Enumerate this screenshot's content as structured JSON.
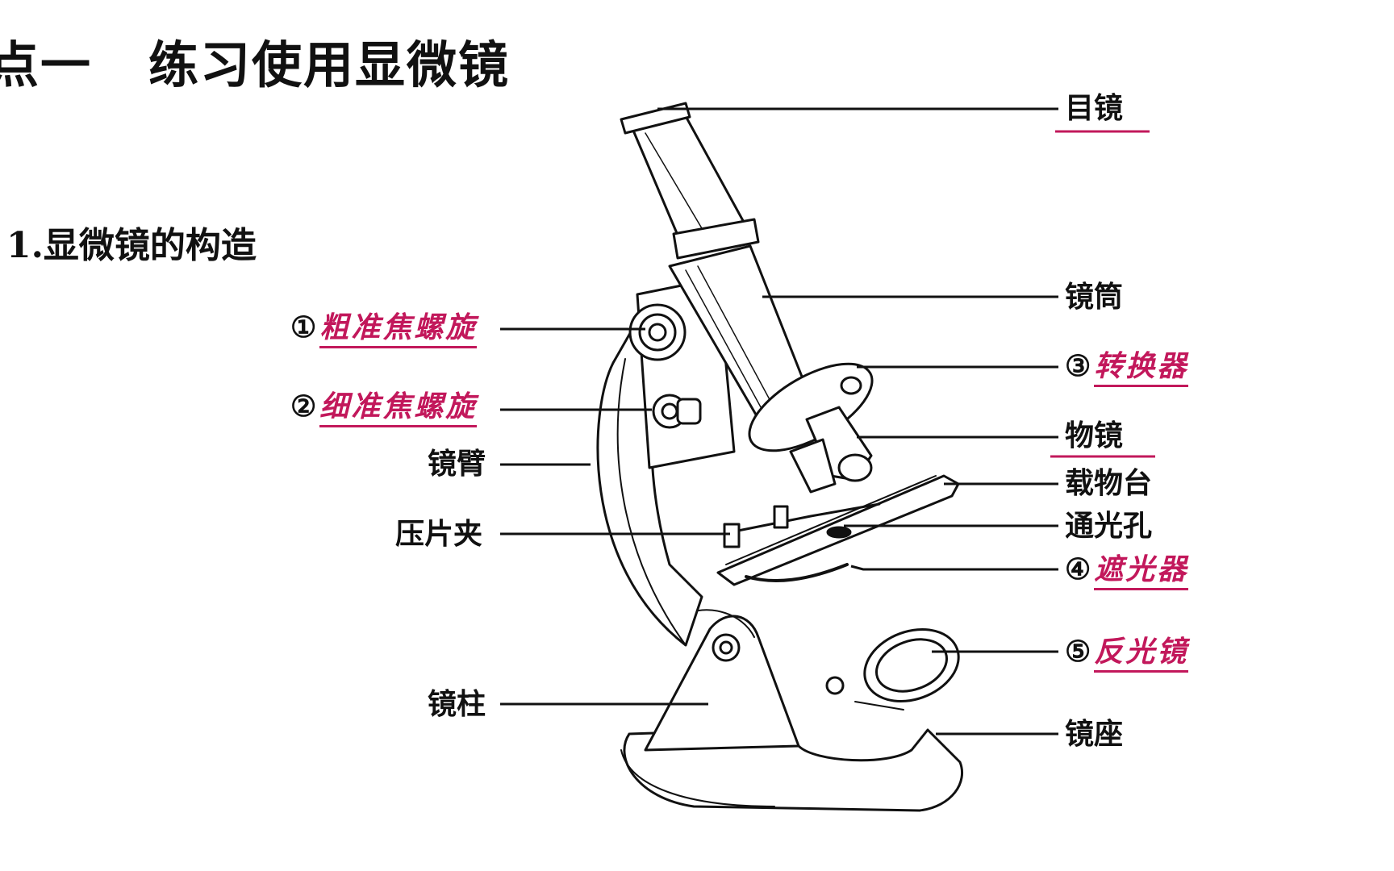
{
  "heading": {
    "prefix": "点一",
    "title": "练习使用显微镜"
  },
  "subheading": "1.显微镜的构造",
  "labels": {
    "eyepiece": "目镜",
    "tube": "镜筒",
    "coarse_num": "①",
    "coarse": "粗准焦螺旋",
    "fine_num": "②",
    "fine": "细准焦螺旋",
    "arm": "镜臂",
    "converter_num": "③",
    "converter": "转换器",
    "objective": "物镜",
    "stage": "载物台",
    "clip": "压片夹",
    "aperture": "通光孔",
    "diaphragm_num": "④",
    "diaphragm": "遮光器",
    "mirror_num": "⑤",
    "mirror": "反光镜",
    "pillar": "镜柱",
    "base": "镜座"
  },
  "colors": {
    "answer": "#c2185b",
    "ink": "#111111"
  }
}
